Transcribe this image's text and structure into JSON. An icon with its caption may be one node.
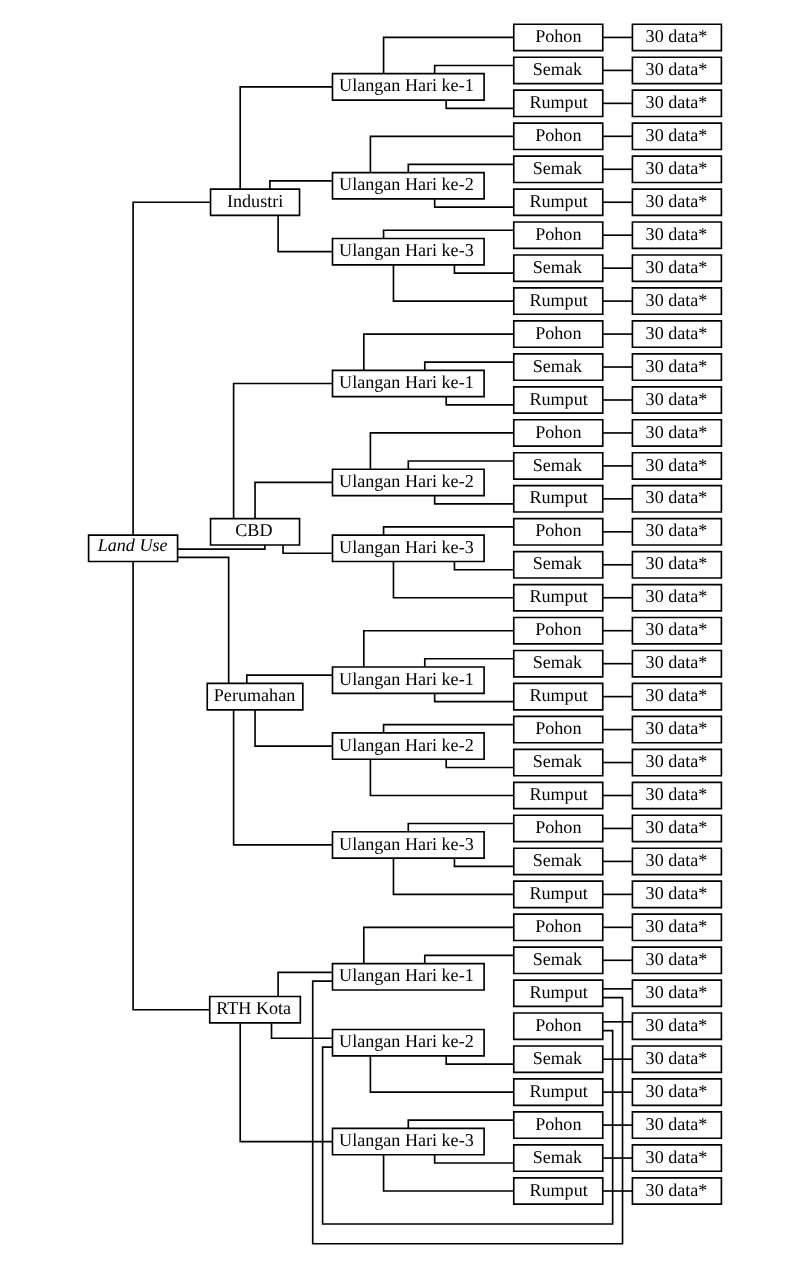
{
  "diagram": {
    "nodes": [
      {
        "text": [
          "Land Use"
        ]
      },
      {
        "text": [
          "Industri"
        ]
      },
      {
        "text": [
          "Ulangan Hari ke-1"
        ]
      },
      {
        "text": [
          "Pohon"
        ]
      },
      {
        "text": [
          "30 data*"
        ]
      },
      {
        "text": [
          "Semak"
        ]
      },
      {
        "text": [
          "30 data*"
        ]
      },
      {
        "text": [
          "Rumput"
        ]
      },
      {
        "text": [
          "30 data*"
        ]
      },
      {
        "text": [
          "Ulangan Hari ke-2"
        ]
      },
      {
        "text": [
          "Pohon"
        ]
      },
      {
        "text": [
          "30 data*"
        ]
      },
      {
        "text": [
          "Semak"
        ]
      },
      {
        "text": [
          "30 data*"
        ]
      },
      {
        "text": [
          "Rumput"
        ]
      },
      {
        "text": [
          "30 data*"
        ]
      },
      {
        "text": [
          "Ulangan Hari ke-3"
        ]
      },
      {
        "text": [
          "Pohon"
        ]
      },
      {
        "text": [
          "30 data*"
        ]
      },
      {
        "text": [
          "Semak"
        ]
      },
      {
        "text": [
          "30 data*"
        ]
      },
      {
        "text": [
          "Rumput"
        ]
      },
      {
        "text": [
          "30 data*"
        ]
      },
      {
        "text": [
          "CBD"
        ]
      },
      {
        "text": [
          "Ulangan Hari ke-1"
        ]
      },
      {
        "text": [
          "Pohon"
        ]
      },
      {
        "text": [
          "30 data*"
        ]
      },
      {
        "text": [
          "Semak"
        ]
      },
      {
        "text": [
          "30 data*"
        ]
      },
      {
        "text": [
          "Rumput"
        ]
      },
      {
        "text": [
          "30 data*"
        ]
      },
      {
        "text": [
          "Ulangan Hari ke-2"
        ]
      },
      {
        "text": [
          "Pohon"
        ]
      },
      {
        "text": [
          "30 data*"
        ]
      },
      {
        "text": [
          "Semak"
        ]
      },
      {
        "text": [
          "30 data*"
        ]
      },
      {
        "text": [
          "Rumput"
        ]
      },
      {
        "text": [
          "30 data*"
        ]
      },
      {
        "text": [
          "Ulangan Hari ke-3"
        ]
      },
      {
        "text": [
          "Pohon"
        ]
      },
      {
        "text": [
          "30 data*"
        ]
      },
      {
        "text": [
          "Semak"
        ]
      },
      {
        "text": [
          "30 data*"
        ]
      },
      {
        "text": [
          "Rumput"
        ]
      },
      {
        "text": [
          "30 data*"
        ]
      },
      {
        "text": [
          "Perumahan"
        ]
      },
      {
        "text": [
          "Ulangan Hari ke-1"
        ]
      },
      {
        "text": [
          "Pohon"
        ]
      },
      {
        "text": [
          "30 data*"
        ]
      },
      {
        "text": [
          "Semak"
        ]
      },
      {
        "text": [
          "30 data*"
        ]
      },
      {
        "text": [
          "Rumput"
        ]
      },
      {
        "text": [
          "30 data*"
        ]
      },
      {
        "text": [
          "Ulangan Hari ke-2"
        ]
      },
      {
        "text": [
          "Pohon"
        ]
      },
      {
        "text": [
          "30 data*"
        ]
      },
      {
        "text": [
          "Semak"
        ]
      },
      {
        "text": [
          "30 data*"
        ]
      },
      {
        "text": [
          "Rumput"
        ]
      },
      {
        "text": [
          "30 data*"
        ]
      },
      {
        "text": [
          "Ulangan Hari ke-3"
        ]
      },
      {
        "text": [
          "Pohon"
        ]
      },
      {
        "text": [
          "30 data*"
        ]
      },
      {
        "text": [
          "Semak"
        ]
      },
      {
        "text": [
          "30 data*"
        ]
      },
      {
        "text": [
          "Rumput"
        ]
      },
      {
        "text": [
          "30 data*"
        ]
      },
      {
        "text": [
          "RTH Kota"
        ]
      },
      {
        "text": [
          "Ulangan Hari ke-1"
        ]
      },
      {
        "text": [
          "Pohon"
        ]
      },
      {
        "text": [
          "30 data*"
        ]
      },
      {
        "text": [
          "Semak"
        ]
      },
      {
        "text": [
          "30 data*"
        ]
      },
      {
        "text": [
          "Rumput"
        ]
      },
      {
        "text": [
          "30 data*"
        ]
      },
      {
        "text": [
          "Ulangan Hari ke-2"
        ]
      },
      {
        "text": [
          "Pohon"
        ]
      },
      {
        "text": [
          "30 data*"
        ]
      },
      {
        "text": [
          "Semak"
        ]
      },
      {
        "text": [
          "30 data*"
        ]
      },
      {
        "text": [
          "Rumput"
        ]
      },
      {
        "text": [
          "30 data*"
        ]
      },
      {
        "text": [
          "Ulangan Hari ke-3"
        ]
      },
      {
        "text": [
          "Pohon"
        ]
      },
      {
        "text": [
          "30 data*"
        ]
      },
      {
        "text": [
          "Semak"
        ]
      },
      {
        "text": [
          "30 data*"
        ]
      },
      {
        "text": [
          "Rumput"
        ]
      },
      {
        "text": [
          "30 data*"
        ]
      }
    ],
    "edges": [
      {
        "from": 0,
        "to": 1,
        "arrow": "none"
      },
      {
        "from": 1,
        "to": 2,
        "arrow": "none"
      },
      {
        "from": 2,
        "to": 3,
        "arrow": "none"
      },
      {
        "from": 3,
        "to": 4,
        "arrow": "none"
      },
      {
        "from": 2,
        "to": 5,
        "arrow": "none"
      },
      {
        "from": 5,
        "to": 6,
        "arrow": "none"
      },
      {
        "from": 2,
        "to": 7,
        "arrow": "none"
      },
      {
        "from": 7,
        "to": 8,
        "arrow": "none"
      },
      {
        "from": 1,
        "to": 9,
        "arrow": "none"
      },
      {
        "from": 9,
        "to": 10,
        "arrow": "none"
      },
      {
        "from": 10,
        "to": 11,
        "arrow": "none"
      },
      {
        "from": 9,
        "to": 12,
        "arrow": "none"
      },
      {
        "from": 12,
        "to": 13,
        "arrow": "none"
      },
      {
        "from": 9,
        "to": 14,
        "arrow": "none"
      },
      {
        "from": 14,
        "to": 15,
        "arrow": "none"
      },
      {
        "from": 1,
        "to": 16,
        "arrow": "none"
      },
      {
        "from": 16,
        "to": 17,
        "arrow": "none"
      },
      {
        "from": 17,
        "to": 18,
        "arrow": "none"
      },
      {
        "from": 16,
        "to": 19,
        "arrow": "none"
      },
      {
        "from": 19,
        "to": 20,
        "arrow": "none"
      },
      {
        "from": 16,
        "to": 21,
        "arrow": "none"
      },
      {
        "from": 21,
        "to": 22,
        "arrow": "none"
      },
      {
        "from": 0,
        "to": 23,
        "arrow": "none"
      },
      {
        "from": 23,
        "to": 24,
        "arrow": "none"
      },
      {
        "from": 24,
        "to": 25,
        "arrow": "none"
      },
      {
        "from": 25,
        "to": 26,
        "arrow": "none"
      },
      {
        "from": 24,
        "to": 27,
        "arrow": "none"
      },
      {
        "from": 27,
        "to": 28,
        "arrow": "none"
      },
      {
        "from": 24,
        "to": 29,
        "arrow": "none"
      },
      {
        "from": 29,
        "to": 30,
        "arrow": "none"
      },
      {
        "from": 23,
        "to": 31,
        "arrow": "none"
      },
      {
        "from": 31,
        "to": 32,
        "arrow": "none"
      },
      {
        "from": 32,
        "to": 33,
        "arrow": "none"
      },
      {
        "from": 31,
        "to": 34,
        "arrow": "none"
      },
      {
        "from": 34,
        "to": 35,
        "arrow": "none"
      },
      {
        "from": 31,
        "to": 36,
        "arrow": "none"
      },
      {
        "from": 36,
        "to": 37,
        "arrow": "none"
      },
      {
        "from": 23,
        "to": 38,
        "arrow": "none"
      },
      {
        "from": 38,
        "to": 39,
        "arrow": "none"
      },
      {
        "from": 39,
        "to": 40,
        "arrow": "none"
      },
      {
        "from": 38,
        "to": 41,
        "arrow": "none"
      },
      {
        "from": 41,
        "to": 42,
        "arrow": "none"
      },
      {
        "from": 38,
        "to": 43,
        "arrow": "none"
      },
      {
        "from": 43,
        "to": 44,
        "arrow": "none"
      },
      {
        "from": 0,
        "to": 45,
        "arrow": "none"
      },
      {
        "from": 45,
        "to": 46,
        "arrow": "none"
      },
      {
        "from": 46,
        "to": 47,
        "arrow": "none"
      },
      {
        "from": 47,
        "to": 48,
        "arrow": "none"
      },
      {
        "from": 46,
        "to": 49,
        "arrow": "none"
      },
      {
        "from": 49,
        "to": 50,
        "arrow": "none"
      },
      {
        "from": 46,
        "to": 51,
        "arrow": "none"
      },
      {
        "from": 51,
        "to": 52,
        "arrow": "none"
      },
      {
        "from": 45,
        "to": 53,
        "arrow": "none"
      },
      {
        "from": 53,
        "to": 54,
        "arrow": "none"
      },
      {
        "from": 54,
        "to": 55,
        "arrow": "none"
      },
      {
        "from": 53,
        "to": 56,
        "arrow": "none"
      },
      {
        "from": 56,
        "to": 57,
        "arrow": "none"
      },
      {
        "from": 53,
        "to": 58,
        "arrow": "none"
      },
      {
        "from": 58,
        "to": 59,
        "arrow": "none"
      },
      {
        "from": 45,
        "to": 60,
        "arrow": "none"
      },
      {
        "from": 60,
        "to": 61,
        "arrow": "none"
      },
      {
        "from": 61,
        "to": 62,
        "arrow": "none"
      },
      {
        "from": 60,
        "to": 63,
        "arrow": "none"
      },
      {
        "from": 63,
        "to": 64,
        "arrow": "none"
      },
      {
        "from": 60,
        "to": 65,
        "arrow": "none"
      },
      {
        "from": 65,
        "to": 66,
        "arrow": "none"
      },
      {
        "from": 0,
        "to": 67,
        "arrow": "none"
      },
      {
        "from": 67,
        "to": 68,
        "arrow": "none"
      },
      {
        "from": 68,
        "to": 69,
        "arrow": "none"
      },
      {
        "from": 69,
        "to": 70,
        "arrow": "none"
      },
      {
        "from": 68,
        "to": 71,
        "arrow": "none"
      },
      {
        "from": 71,
        "to": 72,
        "arrow": "none"
      },
      {
        "from": 68,
        "to": 73,
        "arrow": "none"
      },
      {
        "from": 73,
        "to": 74,
        "arrow": "none"
      },
      {
        "from": 67,
        "to": 75,
        "arrow": "none"
      },
      {
        "from": 75,
        "to": 76,
        "arrow": "none"
      },
      {
        "from": 76,
        "to": 77,
        "arrow": "none"
      },
      {
        "from": 75,
        "to": 78,
        "arrow": "none"
      },
      {
        "from": 78,
        "to": 79,
        "arrow": "none"
      },
      {
        "from": 75,
        "to": 80,
        "arrow": "none"
      },
      {
        "from": 80,
        "to": 81,
        "arrow": "none"
      },
      {
        "from": 67,
        "to": 82,
        "arrow": "none"
      },
      {
        "from": 82,
        "to": 83,
        "arrow": "none"
      },
      {
        "from": 83,
        "to": 84,
        "arrow": "none"
      },
      {
        "from": 82,
        "to": 85,
        "arrow": "none"
      },
      {
        "from": 85,
        "to": 86,
        "arrow": "none"
      },
      {
        "from": 82,
        "to": 87,
        "arrow": "none"
      },
      {
        "from": 87,
        "to": 88,
        "arrow": "none"
      }
    ]
  }
}
